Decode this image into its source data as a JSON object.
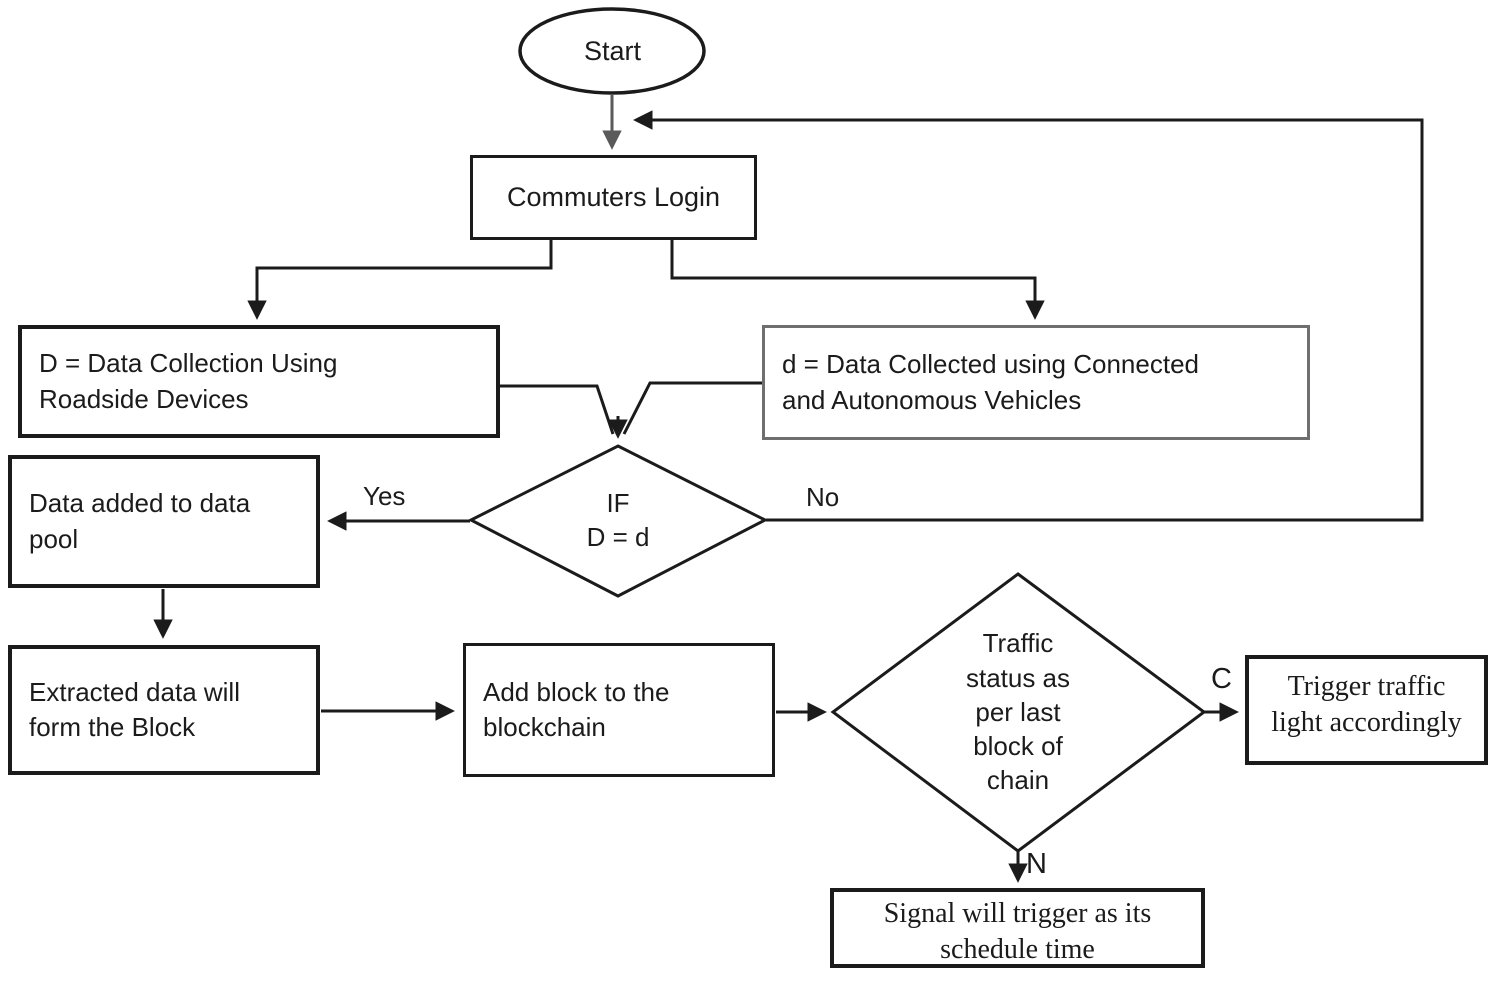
{
  "figure": {
    "type": "flowchart",
    "title": "Blockchain-based traffic signal control flowchart"
  },
  "nodes": {
    "start": {
      "shape": "ellipse",
      "label": "Start"
    },
    "commuters_login": {
      "shape": "rect",
      "label": "Commuters Login"
    },
    "roadside_collection": {
      "shape": "rect",
      "label": "D = Data Collection Using\nRoadside Devices"
    },
    "cav_collection": {
      "shape": "rect",
      "label": "d = Data Collected using Connected\nand Autonomous Vehicles"
    },
    "if_decision": {
      "shape": "diamond",
      "label": "IF\nD = d"
    },
    "data_pool": {
      "shape": "rect",
      "label": "Data added to data\npool"
    },
    "extracted_block": {
      "shape": "rect",
      "label": "Extracted data will\nform the Block"
    },
    "add_block": {
      "shape": "rect",
      "label": "Add block to the\nblockchain"
    },
    "traffic_status": {
      "shape": "diamond",
      "label": "Traffic\nstatus as\nper last\nblock of\nchain"
    },
    "trigger_light": {
      "shape": "rect",
      "label": "Trigger traffic\nlight accordingly"
    },
    "signal_schedule": {
      "shape": "rect",
      "label": "Signal will trigger as its\nschedule time"
    }
  },
  "edge_labels": {
    "yes": "Yes",
    "no": "No",
    "c": "C",
    "n": "N"
  },
  "colors": {
    "line": "#1b1b1b",
    "border": "#1b1b1b",
    "gray_border": "#6f6f6f",
    "gray_line": "#5a5a5a",
    "text": "#1b1b1b",
    "background": "#ffffff"
  }
}
